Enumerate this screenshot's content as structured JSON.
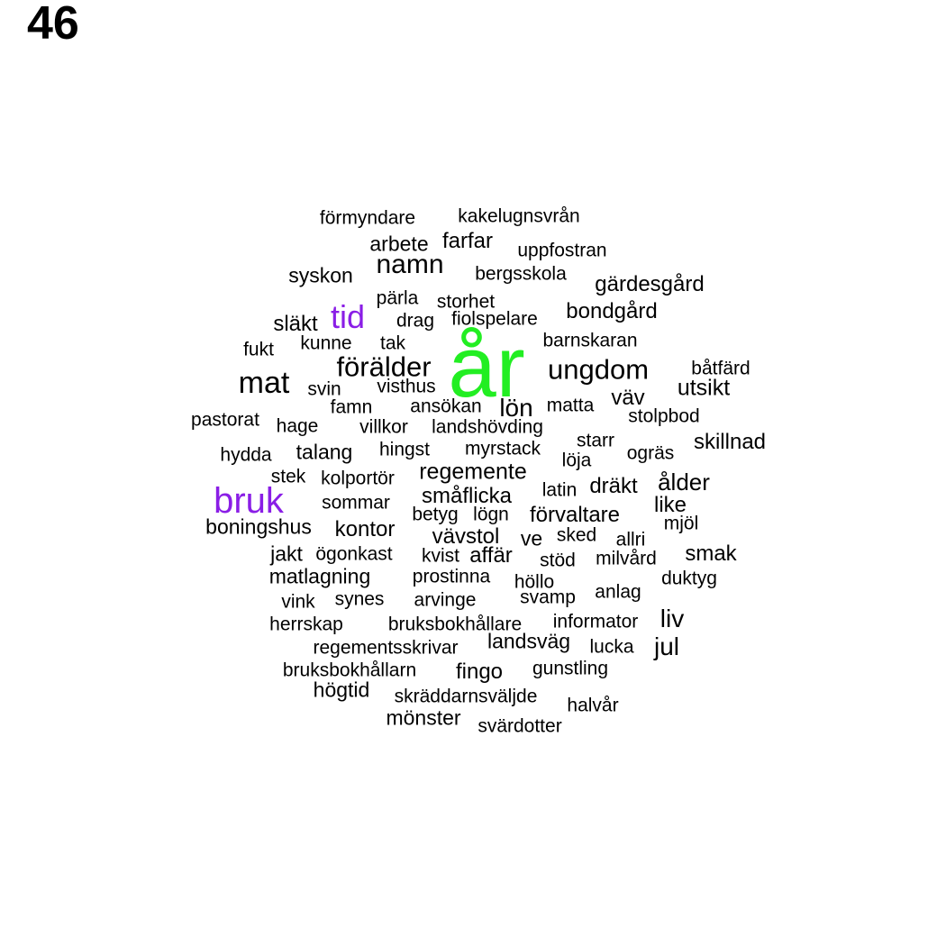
{
  "page_number": "46",
  "colors": {
    "default": "#000000",
    "green": "#22ee22",
    "purple": "#8a1ee6"
  },
  "words": [
    {
      "text": "år",
      "color": "green"
    },
    {
      "text": "bruk",
      "color": "purple"
    },
    {
      "text": "tid",
      "color": "purple"
    },
    {
      "text": "mat",
      "color": "default"
    },
    {
      "text": "ungdom",
      "color": "default"
    },
    {
      "text": "förälder",
      "color": "default"
    },
    {
      "text": "namn",
      "color": "default"
    },
    {
      "text": "lön",
      "color": "default"
    },
    {
      "text": "förvaltare",
      "color": "default"
    },
    {
      "text": "ålder",
      "color": "default"
    },
    {
      "text": "regemente",
      "color": "default"
    },
    {
      "text": "liv",
      "color": "default"
    },
    {
      "text": "jul",
      "color": "default"
    },
    {
      "text": "utsikt",
      "color": "default"
    },
    {
      "text": "kontor",
      "color": "default"
    },
    {
      "text": "farfar",
      "color": "default"
    },
    {
      "text": "småflicka",
      "color": "default"
    },
    {
      "text": "skillnad",
      "color": "default"
    },
    {
      "text": "boningshus",
      "color": "default"
    },
    {
      "text": "affär",
      "color": "default"
    },
    {
      "text": "vävstol",
      "color": "default"
    },
    {
      "text": "matlagning",
      "color": "default"
    },
    {
      "text": "bondgård",
      "color": "default"
    },
    {
      "text": "gärdesgård",
      "color": "default"
    },
    {
      "text": "syskon",
      "color": "default"
    },
    {
      "text": "arbete",
      "color": "default"
    },
    {
      "text": "smak",
      "color": "default"
    },
    {
      "text": "fingo",
      "color": "default"
    },
    {
      "text": "jakt",
      "color": "default"
    },
    {
      "text": "väv",
      "color": "default"
    },
    {
      "text": "like",
      "color": "default"
    },
    {
      "text": "släkt",
      "color": "default"
    },
    {
      "text": "talang",
      "color": "default"
    },
    {
      "text": "dräkt",
      "color": "default"
    },
    {
      "text": "landsväg",
      "color": "default"
    },
    {
      "text": "ve",
      "color": "default"
    },
    {
      "text": "högtid",
      "color": "default"
    },
    {
      "text": "mönster",
      "color": "default"
    },
    {
      "text": "kakelugnsvrån",
      "color": "default"
    },
    {
      "text": "förmyndare",
      "color": "default"
    },
    {
      "text": "uppfostran",
      "color": "default"
    },
    {
      "text": "bergsskola",
      "color": "default"
    },
    {
      "text": "pärla",
      "color": "default"
    },
    {
      "text": "storhet",
      "color": "default"
    },
    {
      "text": "drag",
      "color": "default"
    },
    {
      "text": "fiolspelare",
      "color": "default"
    },
    {
      "text": "barnskaran",
      "color": "default"
    },
    {
      "text": "fukt",
      "color": "default"
    },
    {
      "text": "kunne",
      "color": "default"
    },
    {
      "text": "tak",
      "color": "default"
    },
    {
      "text": "båtfärd",
      "color": "default"
    },
    {
      "text": "svin",
      "color": "default"
    },
    {
      "text": "visthus",
      "color": "default"
    },
    {
      "text": "famn",
      "color": "default"
    },
    {
      "text": "ansökan",
      "color": "default"
    },
    {
      "text": "matta",
      "color": "default"
    },
    {
      "text": "pastorat",
      "color": "default"
    },
    {
      "text": "hage",
      "color": "default"
    },
    {
      "text": "villkor",
      "color": "default"
    },
    {
      "text": "landshövding",
      "color": "default"
    },
    {
      "text": "stolpbod",
      "color": "default"
    },
    {
      "text": "hydda",
      "color": "default"
    },
    {
      "text": "hingst",
      "color": "default"
    },
    {
      "text": "myrstack",
      "color": "default"
    },
    {
      "text": "starr",
      "color": "default"
    },
    {
      "text": "ogräs",
      "color": "default"
    },
    {
      "text": "löja",
      "color": "default"
    },
    {
      "text": "stek",
      "color": "default"
    },
    {
      "text": "kolportör",
      "color": "default"
    },
    {
      "text": "latin",
      "color": "default"
    },
    {
      "text": "sommar",
      "color": "default"
    },
    {
      "text": "betyg",
      "color": "default"
    },
    {
      "text": "lögn",
      "color": "default"
    },
    {
      "text": "mjöl",
      "color": "default"
    },
    {
      "text": "sked",
      "color": "default"
    },
    {
      "text": "allri",
      "color": "default"
    },
    {
      "text": "ögonkast",
      "color": "default"
    },
    {
      "text": "kvist",
      "color": "default"
    },
    {
      "text": "stöd",
      "color": "default"
    },
    {
      "text": "milvård",
      "color": "default"
    },
    {
      "text": "prostinna",
      "color": "default"
    },
    {
      "text": "höllo",
      "color": "default"
    },
    {
      "text": "duktyg",
      "color": "default"
    },
    {
      "text": "vink",
      "color": "default"
    },
    {
      "text": "synes",
      "color": "default"
    },
    {
      "text": "arvinge",
      "color": "default"
    },
    {
      "text": "svamp",
      "color": "default"
    },
    {
      "text": "anlag",
      "color": "default"
    },
    {
      "text": "herrskap",
      "color": "default"
    },
    {
      "text": "bruksbokhållare",
      "color": "default"
    },
    {
      "text": "informator",
      "color": "default"
    },
    {
      "text": "regementsskrivar",
      "color": "default"
    },
    {
      "text": "lucka",
      "color": "default"
    },
    {
      "text": "bruksbokhållarn",
      "color": "default"
    },
    {
      "text": "gunstling",
      "color": "default"
    },
    {
      "text": "skräddarnsväljde",
      "color": "default"
    },
    {
      "text": "halvår",
      "color": "default"
    },
    {
      "text": "svärdotter",
      "color": "default"
    }
  ]
}
